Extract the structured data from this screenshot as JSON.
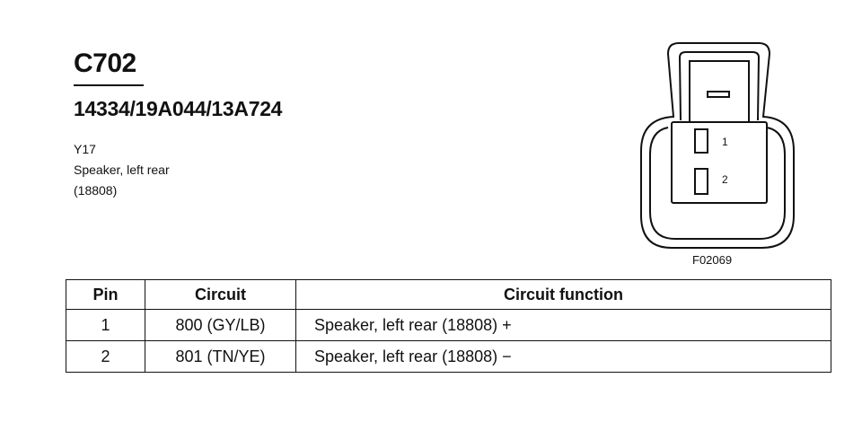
{
  "header": {
    "connector_id": "C702",
    "part_numbers": "14334/19A044/13A724"
  },
  "info": {
    "location": "Y17",
    "description": "Speaker, left rear",
    "reference": "(18808)"
  },
  "connector": {
    "pin_labels": [
      "1",
      "2"
    ],
    "figure_id": "F02069"
  },
  "table": {
    "headers": [
      "Pin",
      "Circuit",
      "Circuit function"
    ],
    "rows": [
      {
        "pin": "1",
        "circuit": "800 (GY/LB)",
        "function": "Speaker, left rear (18808) +"
      },
      {
        "pin": "2",
        "circuit": "801 (TN/YE)",
        "function": "Speaker, left rear (18808) −"
      }
    ]
  }
}
